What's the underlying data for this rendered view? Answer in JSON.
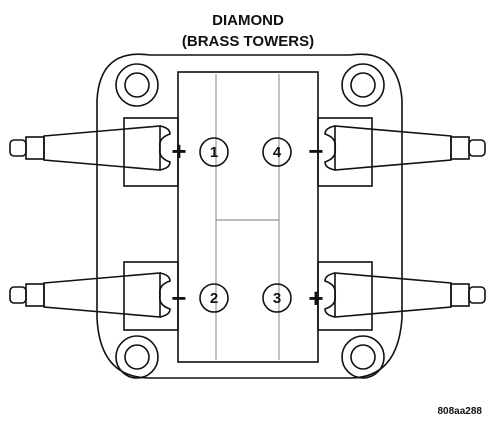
{
  "title": {
    "line1": "DIAMOND",
    "line2": "(BRASS TOWERS)"
  },
  "terminals": [
    {
      "number": "1",
      "polarity": "+"
    },
    {
      "number": "4",
      "polarity": "−"
    },
    {
      "number": "2",
      "polarity": "−"
    },
    {
      "number": "3",
      "polarity": "+"
    }
  ],
  "figure_code": "808aa288"
}
